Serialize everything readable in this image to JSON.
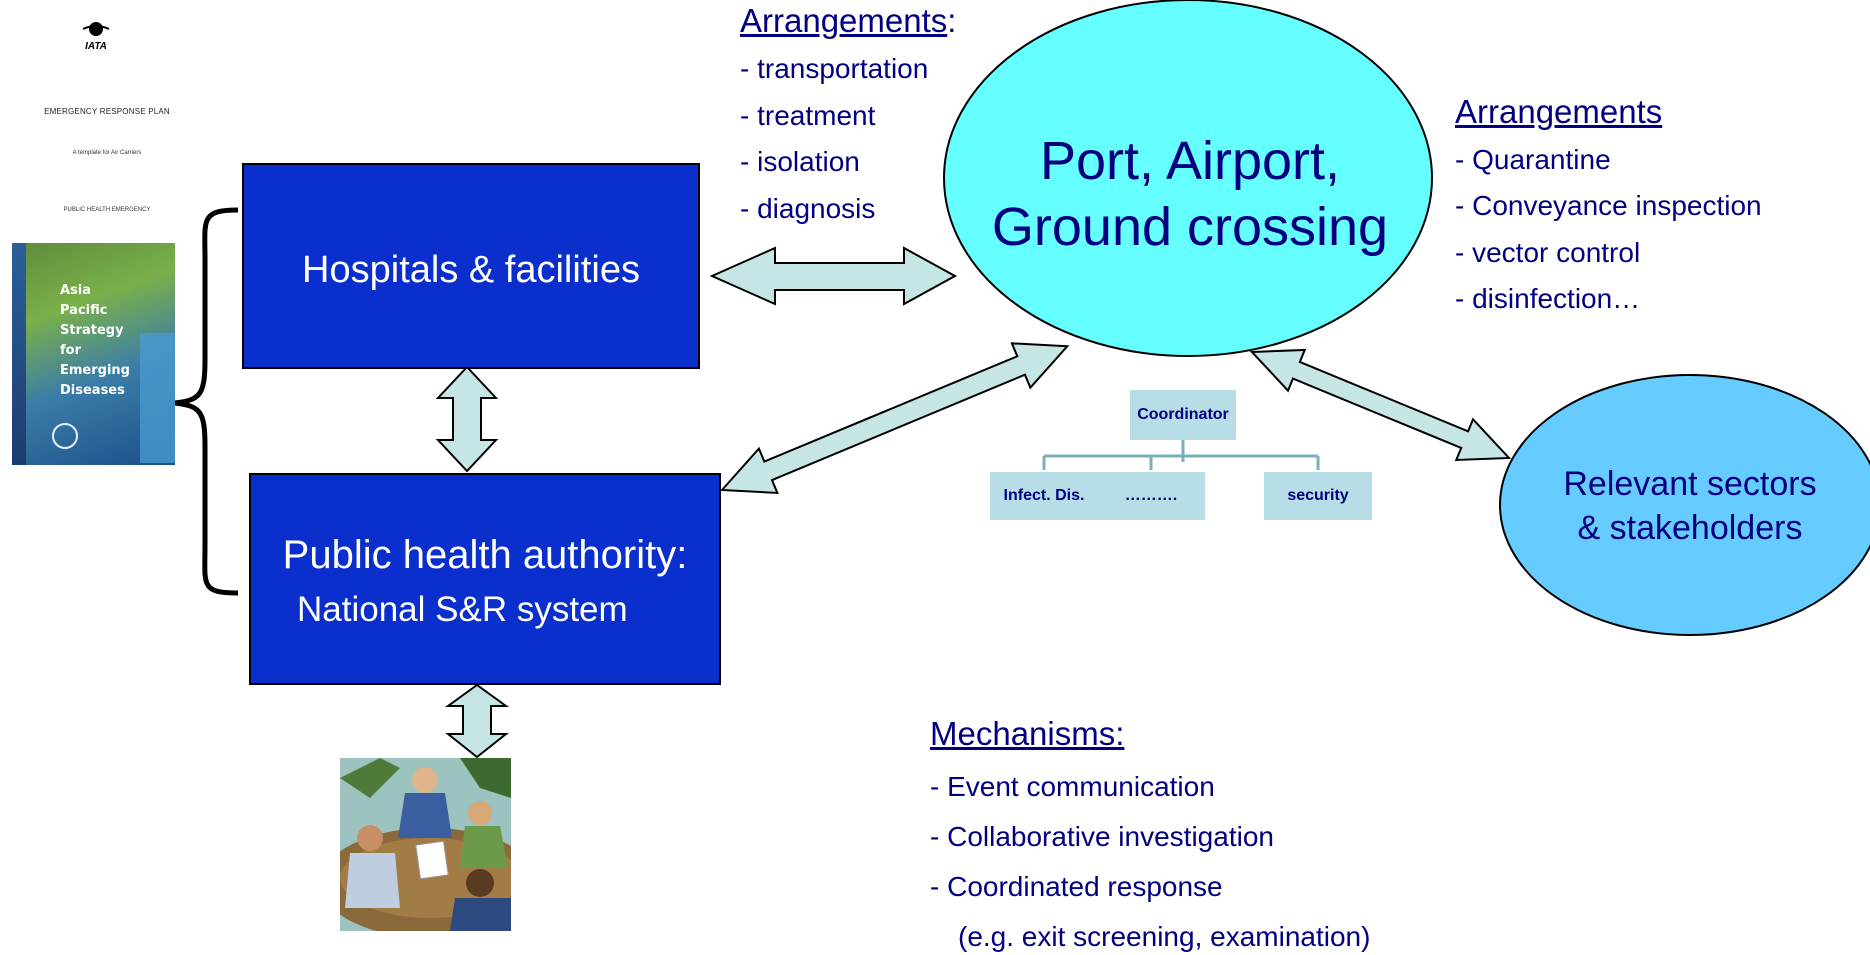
{
  "documents": {
    "iata_logo_text": "IATA",
    "erp_title": "EMERGENCY RESPONSE PLAN",
    "erp_subtitle": "A template for Air Carriers",
    "erp_public_health": "PUBLIC HEALTH EMERGENCY",
    "cover_title": "Asia\nPacific\nStrategy\nfor\nEmerging\nDiseases"
  },
  "boxes": {
    "hospitals": "Hospitals & facilities",
    "public_health_line1": "Public health authority:",
    "public_health_line2": "National S&R system"
  },
  "port": {
    "label": "Port, Airport,\nGround crossing"
  },
  "sectors": {
    "label": "Relevant sectors\n& stakeholders"
  },
  "arrangements_left": {
    "heading": "Arrangements",
    "heading_suffix": ":",
    "items": [
      "- transportation",
      "- treatment",
      "- isolation",
      "- diagnosis"
    ]
  },
  "arrangements_right": {
    "heading": "Arrangements ",
    "items": [
      "- Quarantine",
      "- Conveyance inspection",
      "- vector control",
      "- disinfection…"
    ]
  },
  "org_chart": {
    "coordinator": "Coordinator",
    "children": [
      "Infect. Dis.",
      "……….",
      "security"
    ]
  },
  "mechanisms": {
    "heading": "Mechanisms:",
    "items": [
      "- Event communication",
      "- Collaborative investigation",
      "- Coordinated response",
      "(e.g. exit screening, examination)"
    ]
  },
  "colors": {
    "box_fill": "#0a2fcc",
    "port_fill": "#66ffff",
    "sectors_fill": "#66ccff",
    "arrow_fill": "#c6e6e6",
    "text": "#000080",
    "org_box": "#b7dde6",
    "org_line": "#7ab0b8"
  }
}
